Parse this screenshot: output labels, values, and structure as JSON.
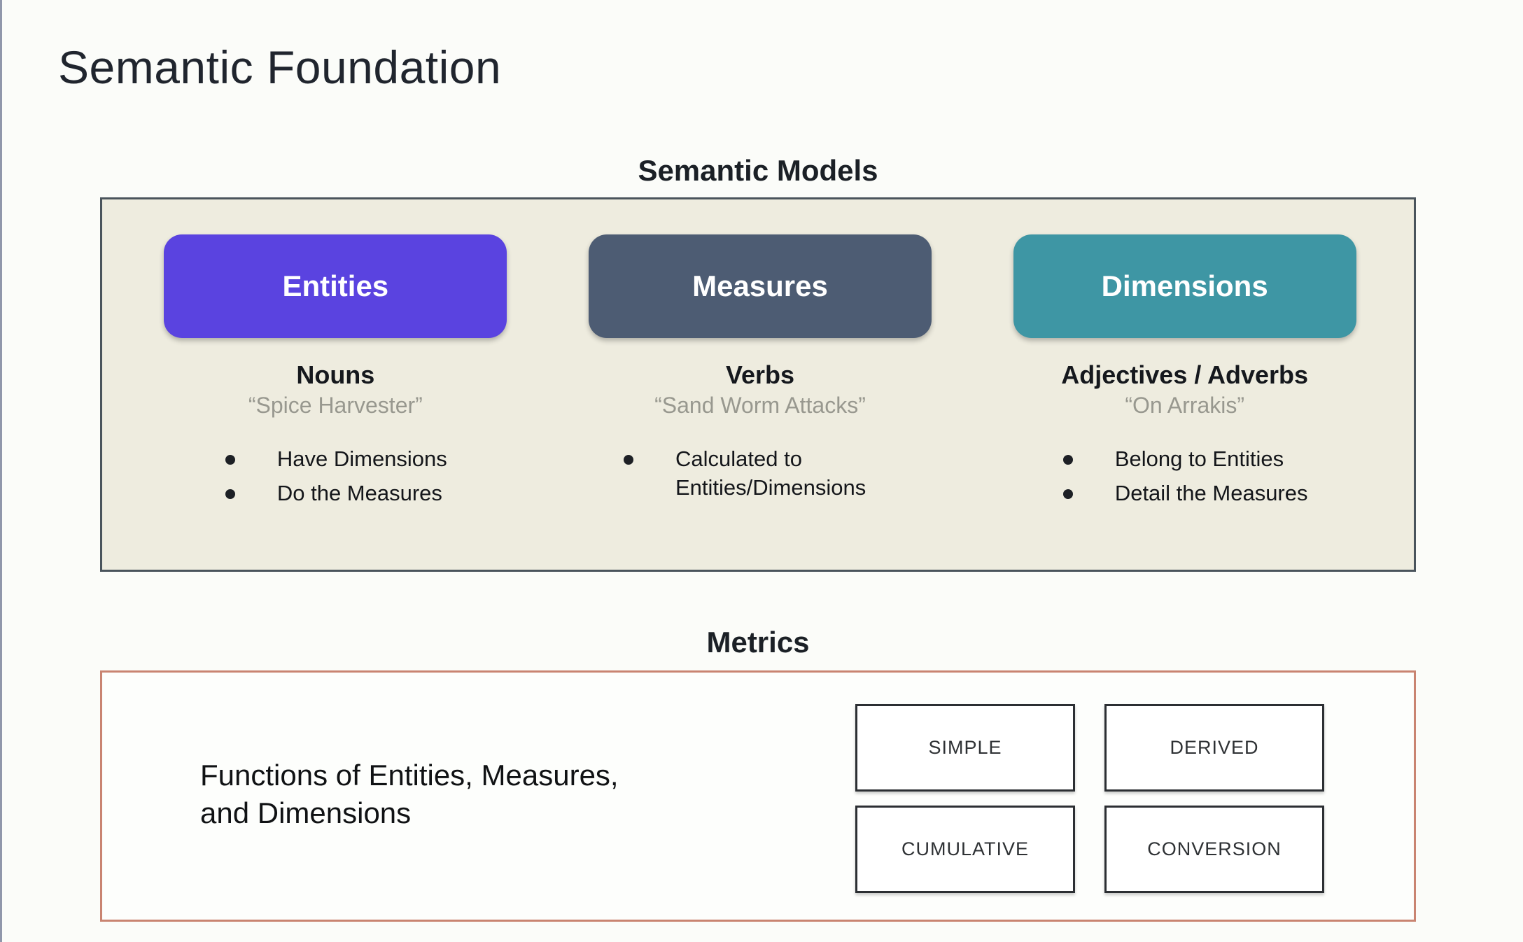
{
  "slide_title": "Semantic Foundation",
  "models": {
    "label": "Semantic Models",
    "panel_fill": "#eeecdf",
    "panel_border": "#4a545c",
    "columns": [
      {
        "button_label": "Entities",
        "button_color": "#5a43e0",
        "part_of_speech": "Nouns",
        "example": "“Spice Harvester”",
        "bullets": [
          "Have Dimensions",
          "Do the Measures"
        ]
      },
      {
        "button_label": "Measures",
        "button_color": "#4d5c73",
        "part_of_speech": "Verbs",
        "example": "“Sand Worm Attacks”",
        "bullets": [
          "Calculated to Entities/Dimensions"
        ]
      },
      {
        "button_label": "Dimensions",
        "button_color": "#3e96a4",
        "part_of_speech": "Adjectives / Adverbs",
        "example": "“On Arrakis”",
        "bullets": [
          "Belong to Entities",
          "Detail the Measures"
        ]
      }
    ]
  },
  "metrics": {
    "label": "Metrics",
    "panel_border": "#c98471",
    "description_lines": [
      "Functions of Entities, Measures,",
      "and Dimensions"
    ],
    "types": [
      "SIMPLE",
      "DERIVED",
      "CUMULATIVE",
      "CONVERSION"
    ]
  }
}
